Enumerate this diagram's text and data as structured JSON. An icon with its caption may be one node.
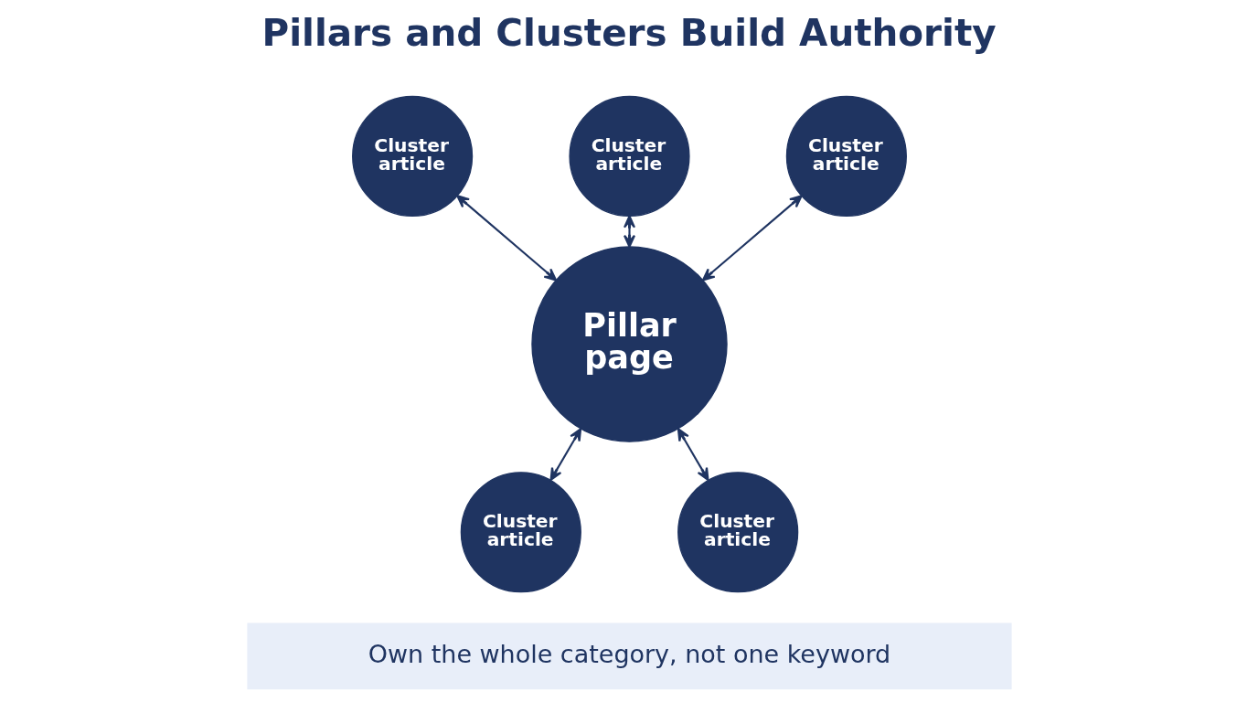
{
  "diagram": {
    "title": "Pillars and Clusters Build Authority",
    "caption": "Own the whole category, not one keyword",
    "nodes": [
      {
        "text": [
          "Cluster article"
        ]
      },
      {
        "text": [
          "Cluster article"
        ]
      },
      {
        "text": [
          "Cluster article"
        ]
      },
      {
        "text": [
          "Pillar page"
        ]
      },
      {
        "text": [
          "Cluster article"
        ]
      },
      {
        "text": [
          "Cluster article"
        ]
      }
    ],
    "edges": [
      {
        "from": 3,
        "to": 0,
        "arrow": "both"
      },
      {
        "from": 3,
        "to": 1,
        "arrow": "both"
      },
      {
        "from": 3,
        "to": 2,
        "arrow": "both"
      },
      {
        "from": 3,
        "to": 4,
        "arrow": "both"
      },
      {
        "from": 3,
        "to": 5,
        "arrow": "both"
      }
    ]
  }
}
